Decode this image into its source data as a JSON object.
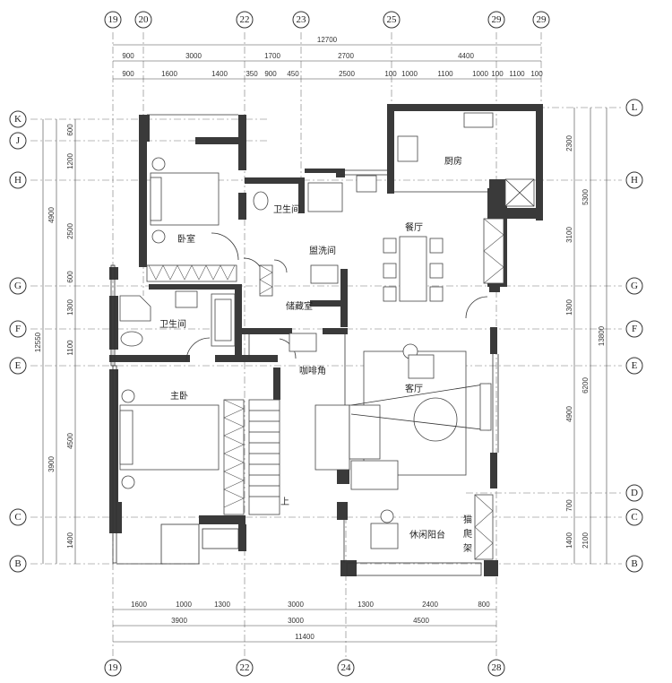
{
  "axes": {
    "top": [
      "19",
      "20",
      "22",
      "23",
      "25",
      "29",
      "29"
    ],
    "bottom": [
      "19",
      "22",
      "24",
      "28"
    ],
    "left": [
      "K",
      "J",
      "H",
      "G",
      "F",
      "E",
      "C",
      "B"
    ],
    "right": [
      "L",
      "H",
      "G",
      "F",
      "E",
      "D",
      "C",
      "B"
    ]
  },
  "dims": {
    "top_total": "12700",
    "top_row1": [
      "900",
      "3000",
      "1700",
      "2700",
      "4400"
    ],
    "top_row2": [
      "900",
      "1600",
      "1400",
      "350",
      "900",
      "450",
      "2500",
      "100",
      "1000",
      "1100",
      "1000",
      "100",
      "1100",
      "100"
    ],
    "bottom_row1": [
      "1600",
      "1000",
      "1300",
      "3000",
      "1300",
      "2400",
      "800"
    ],
    "bottom_row2": [
      "3900",
      "3000",
      "4500"
    ],
    "bottom_total": "11400",
    "left_outer": [
      "4900",
      "3900"
    ],
    "left_mid": [
      "600",
      "1200",
      "2500",
      "600",
      "1300",
      "1100",
      "4500",
      "1400"
    ],
    "left_total": "12550",
    "right_inner": [
      "2300",
      "3100",
      "1300",
      "4900",
      "700",
      "1400"
    ],
    "right_mid": [
      "5300",
      "6200",
      "2100"
    ],
    "right_total": "13800"
  },
  "rooms": {
    "kitchen": "厨房",
    "dining": "餐厅",
    "bath_top": "卫生间",
    "wash": "盥洗间",
    "bedroom": "卧室",
    "storage": "储藏室",
    "bath_left": "卫生间",
    "coffee": "咖啡角",
    "living": "客厅",
    "master": "主卧",
    "balcony": "休闲阳台",
    "cat1": "猫",
    "cat2": "爬",
    "cat3": "架",
    "stair_up": "上"
  }
}
